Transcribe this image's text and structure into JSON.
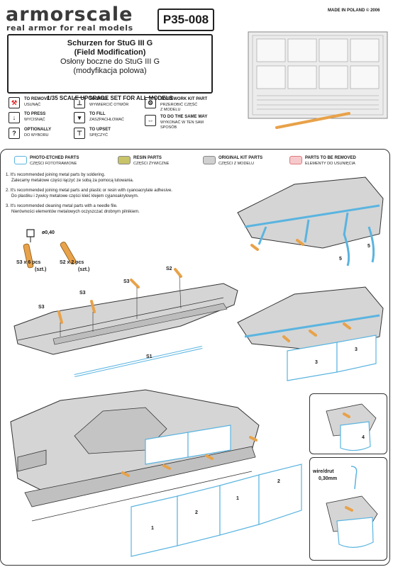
{
  "header": {
    "brand": "armorscale",
    "slogan": "real armor for real models",
    "code": "P35-008",
    "made": "MADE IN POLAND   © 2006"
  },
  "title": {
    "line1": "Schurzen for StuG III G",
    "line2": "(Field Modification)",
    "line3": "Osłony boczne do  StuG III G",
    "line4": "(modyfikacja polowa)"
  },
  "scale_note": "1/35 SCALE UPGRADE SET FOR ALL MODELS",
  "legend": [
    {
      "icon": "knife-icon",
      "en": "TO REMOVE",
      "pl": "USUNĄĆ"
    },
    {
      "icon": "drill-icon",
      "en": "TO DRILL",
      "pl": "WYWIERCIĆ OTWÓR"
    },
    {
      "icon": "rework-icon",
      "en": "TO REWORK KIT PART",
      "pl": "PRZEROBIĆ CZĘŚĆ\nZ MODELU"
    },
    {
      "icon": "press-icon",
      "en": "TO PRESS",
      "pl": "WYCISNĄĆ"
    },
    {
      "icon": "fill-icon",
      "en": "TO FILL",
      "pl": "ZASZPACHLOWAĆ"
    },
    {
      "icon": "same-way-icon",
      "en": "TO DO THE SAME WAY",
      "pl": "WYKONAĆ W TEN SAM\nSPOSÓB"
    },
    {
      "icon": "question-icon",
      "en": "OPTIONALLY",
      "pl": "DO WYBORU"
    },
    {
      "icon": "upset-icon",
      "en": "TO UPSET",
      "pl": "SPĘCZYĆ"
    }
  ],
  "part_key": [
    {
      "en": "PHOTO-ETCHED PARTS",
      "pl": "CZĘŚCI FOTOTRAWIONE",
      "color": "#ffffff",
      "border": "#5ab4e0"
    },
    {
      "en": "RESIN PARTS",
      "pl": "CZĘŚCI ŻYWICZNE",
      "color": "#c8c46a",
      "border": "#888"
    },
    {
      "en": "ORIGINAL KIT PARTS",
      "pl": "CZĘŚCI Z MODELU",
      "color": "#d0d0d0",
      "border": "#888"
    },
    {
      "en": "PARTS TO BE REMOVED",
      "pl": "ELEMENTY DO USUNIĘCIA",
      "color": "#f6c9cc",
      "border": "#e07a80"
    }
  ],
  "notes": [
    {
      "num": "1.",
      "en": "It's recommended joining metal parts by soldering.",
      "pl": "Zalecamy metalowe części łączyć ze sobą za pomocą lutowania."
    },
    {
      "num": "2.",
      "en": "It's recommended joining metal parts and plastic or resin with cyanoacrylate adhesive.",
      "pl": "Do plastiku i żywicy metalowe części kleić klejem cyjanoakrylowym."
    },
    {
      "num": "3.",
      "en": "It's recommended cleaning metal parts with a needle file.",
      "pl": "Nierówności elementów metalowych oczyszczać drobnym pilnikiem."
    }
  ],
  "rods": {
    "diameter": "ø0,40",
    "s3_count": "S3 x 6 pcs",
    "s3_unit": "(szt.)",
    "s2_count": "S2 x 2 pcs",
    "s2_unit": "(szt.)"
  },
  "labels": {
    "s1": "S1",
    "s2": "S2",
    "s3": "S3",
    "n1": "1",
    "n2": "2",
    "n3": "3",
    "n4": "4",
    "n5": "5",
    "wire1": "wire/drut",
    "wire2": "0,30mm"
  },
  "colors": {
    "pe_blue": "#5ab4e0",
    "resin": "#e8a24a",
    "kit_gray": "#d5d5d5",
    "line": "#333333"
  }
}
